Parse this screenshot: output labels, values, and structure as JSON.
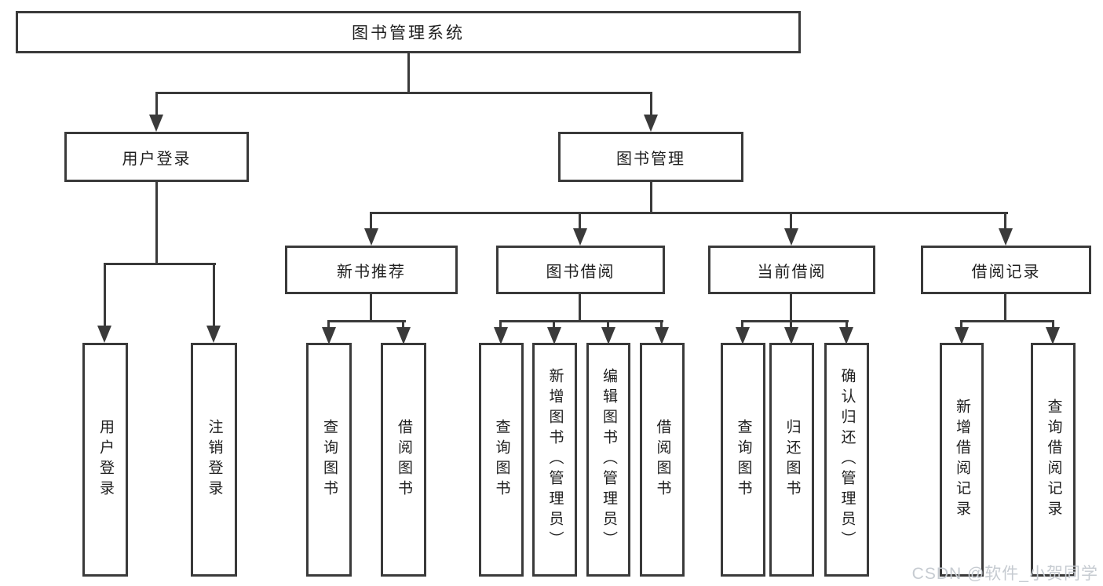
{
  "diagram": {
    "root": {
      "label": "图书管理系统"
    },
    "branches": [
      {
        "label": "用户登录",
        "leaves": [
          {
            "label": "用户登录"
          },
          {
            "label": "注销登录"
          }
        ]
      },
      {
        "label": "图书管理",
        "groups": [
          {
            "label": "新书推荐",
            "leaves": [
              {
                "label": "查询图书"
              },
              {
                "label": "借阅图书"
              }
            ]
          },
          {
            "label": "图书借阅",
            "leaves": [
              {
                "label": "查询图书"
              },
              {
                "label": "新增图书（管理员）"
              },
              {
                "label": "编辑图书（管理员）"
              },
              {
                "label": "借阅图书"
              }
            ]
          },
          {
            "label": "当前借阅",
            "leaves": [
              {
                "label": "查询图书"
              },
              {
                "label": "归还图书"
              },
              {
                "label": "确认归还（管理员）"
              }
            ]
          },
          {
            "label": "借阅记录",
            "leaves": [
              {
                "label": "新增借阅记录"
              },
              {
                "label": "查询借阅记录"
              }
            ]
          }
        ]
      }
    ]
  },
  "watermark": {
    "text": "CSDN @软件_小贺同学"
  },
  "colors": {
    "line": "#3a3a3a",
    "text": "#1f1f1f",
    "background": "#ffffff",
    "watermark": "#c6cbd1"
  }
}
